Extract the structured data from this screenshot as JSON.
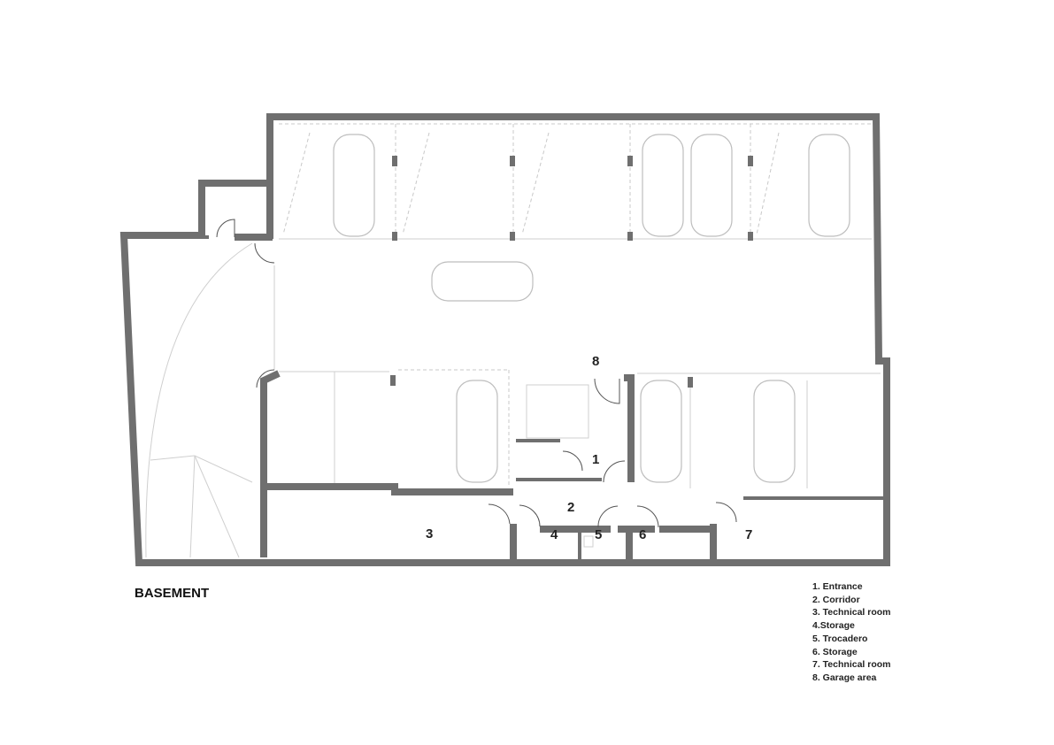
{
  "title": "BASEMENT",
  "room_numbers": [
    "1",
    "2",
    "3",
    "4",
    "5",
    "6",
    "7",
    "8"
  ],
  "legend": [
    "1. Entrance",
    "2. Corridor",
    "3. Technical room",
    "4.Storage",
    "5. Trocadero",
    "6. Storage",
    "7. Technical room",
    "8. Garage area"
  ],
  "colors": {
    "wall": "#6f6f6f",
    "lines": "#c8c8c8"
  }
}
